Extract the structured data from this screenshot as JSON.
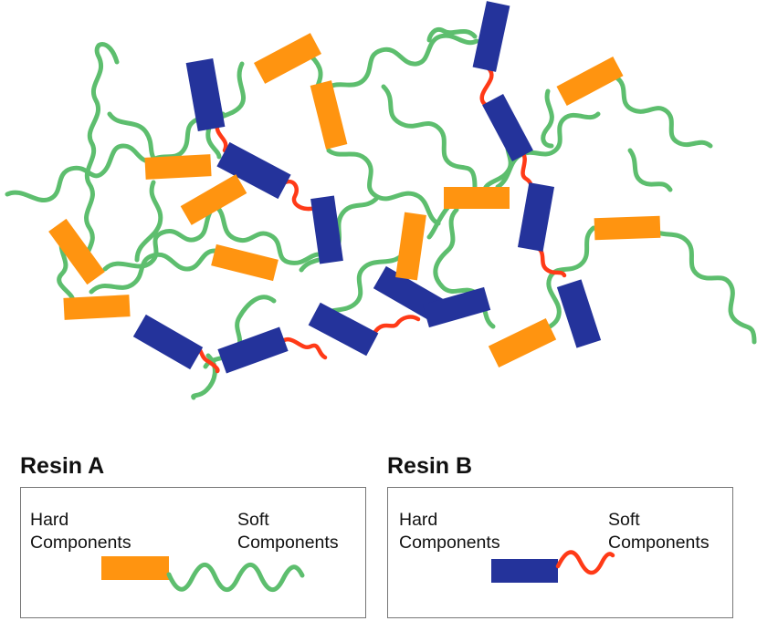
{
  "colors": {
    "resin_a_hard": "#FF9410",
    "resin_a_soft": "#5DBE6E",
    "resin_b_hard": "#24339B",
    "resin_b_soft": "#FF3A17"
  },
  "legend": {
    "resin_a": {
      "title": "Resin A",
      "hard_label": "Hard\nComponents",
      "soft_label": "Soft\nComponents"
    },
    "resin_b": {
      "title": "Resin B",
      "hard_label": "Hard\nComponents",
      "soft_label": "Soft\nComponents"
    }
  }
}
